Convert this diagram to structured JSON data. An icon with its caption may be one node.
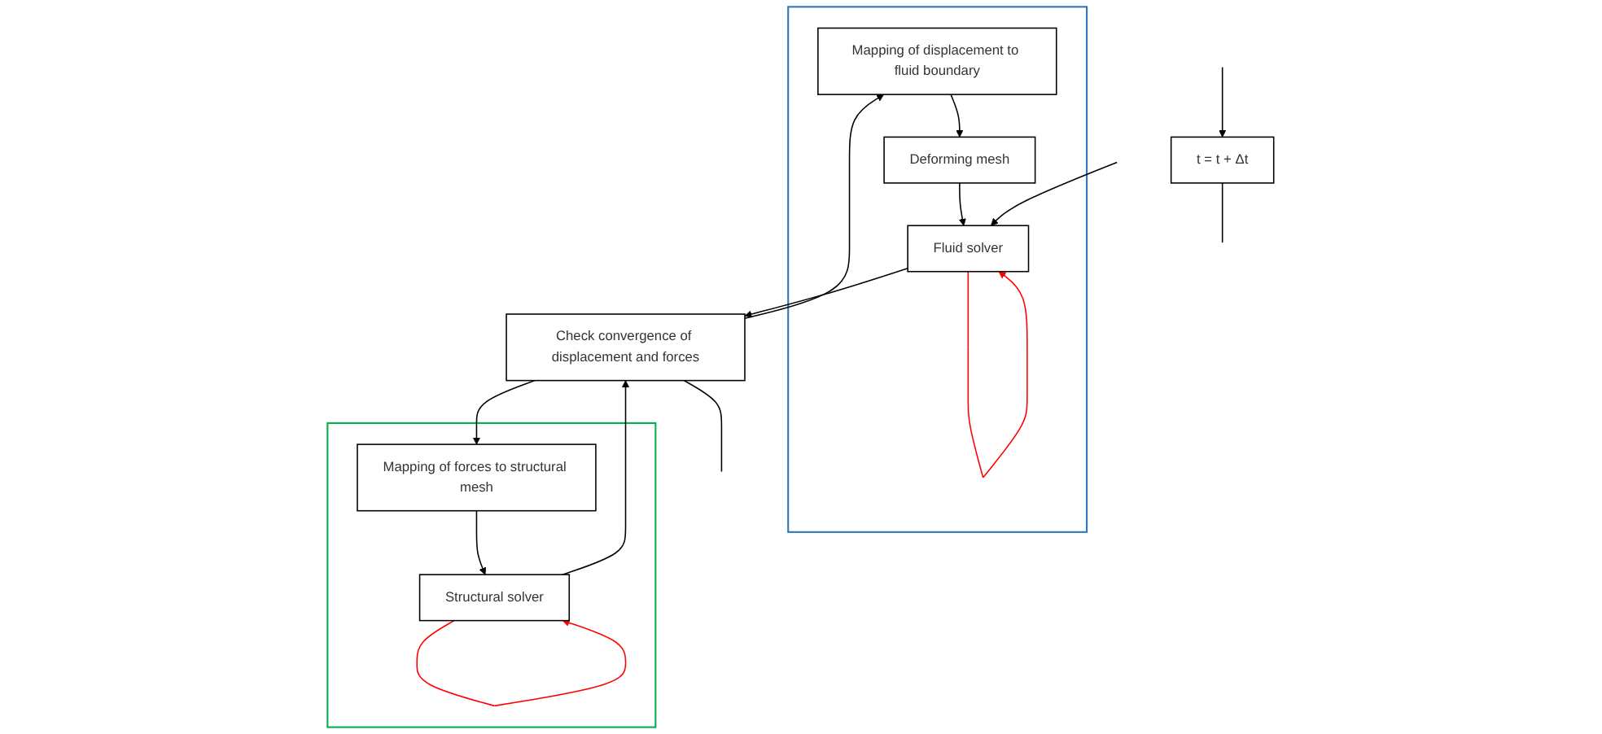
{
  "diagram": {
    "nodes": [
      {
        "text": [
          "t = t + Δt"
        ]
      },
      {
        "text": [],
        "shape": "box"
      },
      {
        "text": [
          "Structural solver"
        ],
        "in": 1
      },
      {
        "text": [
          "Mapping of forces to structural mesh"
        ],
        "in": 1
      },
      {
        "text": [
          "Check convergence of displacement and forces"
        ]
      },
      {
        "text": [],
        "shape": "box"
      },
      {
        "text": [
          "Mapping of displacement to fluid boundary"
        ],
        "in": 5
      },
      {
        "text": [
          "Deforming mesh"
        ],
        "in": 5
      },
      {
        "text": [
          "Fluid solver"
        ],
        "in": 5
      }
    ],
    "edges": [
      {
        "from": null,
        "to": 0,
        "arrow": "to"
      },
      {
        "from": 0,
        "to": null,
        "arrow": "none"
      },
      {
        "from": 2,
        "to": 4,
        "arrow": "to"
      },
      {
        "from": 2,
        "to": 2,
        "arrow": "to",
        "color": "#ff0000"
      },
      {
        "from": 3,
        "to": 2,
        "arrow": "to"
      },
      {
        "from": 4,
        "to": 3,
        "arrow": "to"
      },
      {
        "from": 4,
        "to": 6,
        "arrow": "to"
      },
      {
        "from": 4,
        "to": null,
        "arrow": "none"
      },
      {
        "from": 6,
        "to": 7,
        "arrow": "to"
      },
      {
        "from": 7,
        "to": 8,
        "arrow": "to"
      },
      {
        "from": 8,
        "to": 8,
        "arrow": "to",
        "color": "#ff0000"
      },
      {
        "from": 8,
        "to": 4,
        "arrow": "to"
      },
      {
        "from": null,
        "to": 8,
        "arrow": "to"
      }
    ]
  }
}
